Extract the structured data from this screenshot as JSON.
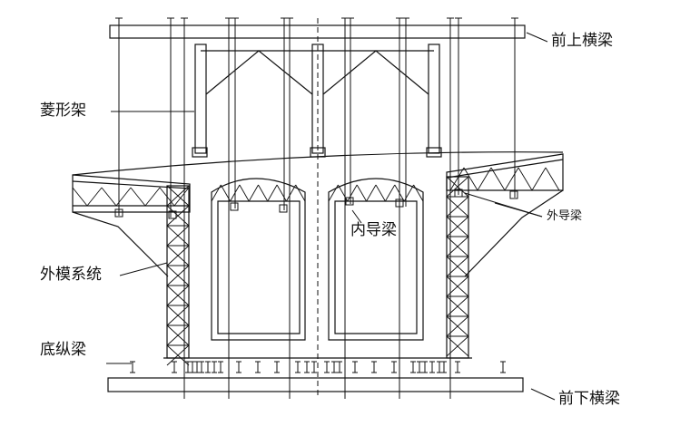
{
  "labels": {
    "front_upper_beam": "前上横梁",
    "rhombic_frame": "菱形架",
    "inner_guide_beam": "内导梁",
    "outer_guide_beam": "外导梁",
    "outer_form_system": "外模系统",
    "bottom_longitudinal_beam": "底纵梁",
    "front_lower_beam": "前下横梁"
  },
  "colors": {
    "line": "#111111",
    "background": "#ffffff"
  }
}
